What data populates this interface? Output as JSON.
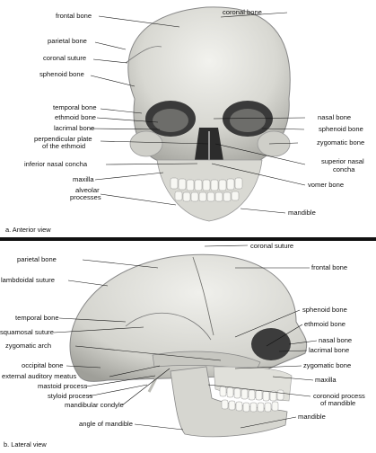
{
  "anterior": {
    "caption": "a. Anterior view",
    "labels_left": [
      "frontal bone",
      "parietal bone",
      "coronal suture",
      "sphenoid bone",
      "temporal bone",
      "ethmoid bone",
      "lacrimal bone",
      "perpendicular plate",
      "of the ethmoid",
      "inferior nasal concha",
      "maxilla",
      "alveolar",
      "processes"
    ],
    "labels_right": [
      "nasal bone",
      "sphenoid bone",
      "zygomatic bone",
      "superior nasal",
      "concha",
      "vomer bone",
      "mandible"
    ]
  },
  "lateral": {
    "caption": "b. Lateral view",
    "labels_left": [
      "parietal bone",
      "lambdoidal suture",
      "temporal bone",
      "squamosal suture",
      "zygomatic arch",
      "occipital bone",
      "external auditory meatus",
      "mastoid process",
      "styloid process",
      "mandibular condyle",
      "angle of mandible"
    ],
    "labels_right": [
      "coronal suture",
      "frontal bone",
      "sphenoid bone",
      "ethmoid bone",
      "nasal bone",
      "lacrimal bone",
      "zygomatic bone",
      "maxilla",
      "coronoid process",
      "of mandible",
      "mandible"
    ]
  }
}
